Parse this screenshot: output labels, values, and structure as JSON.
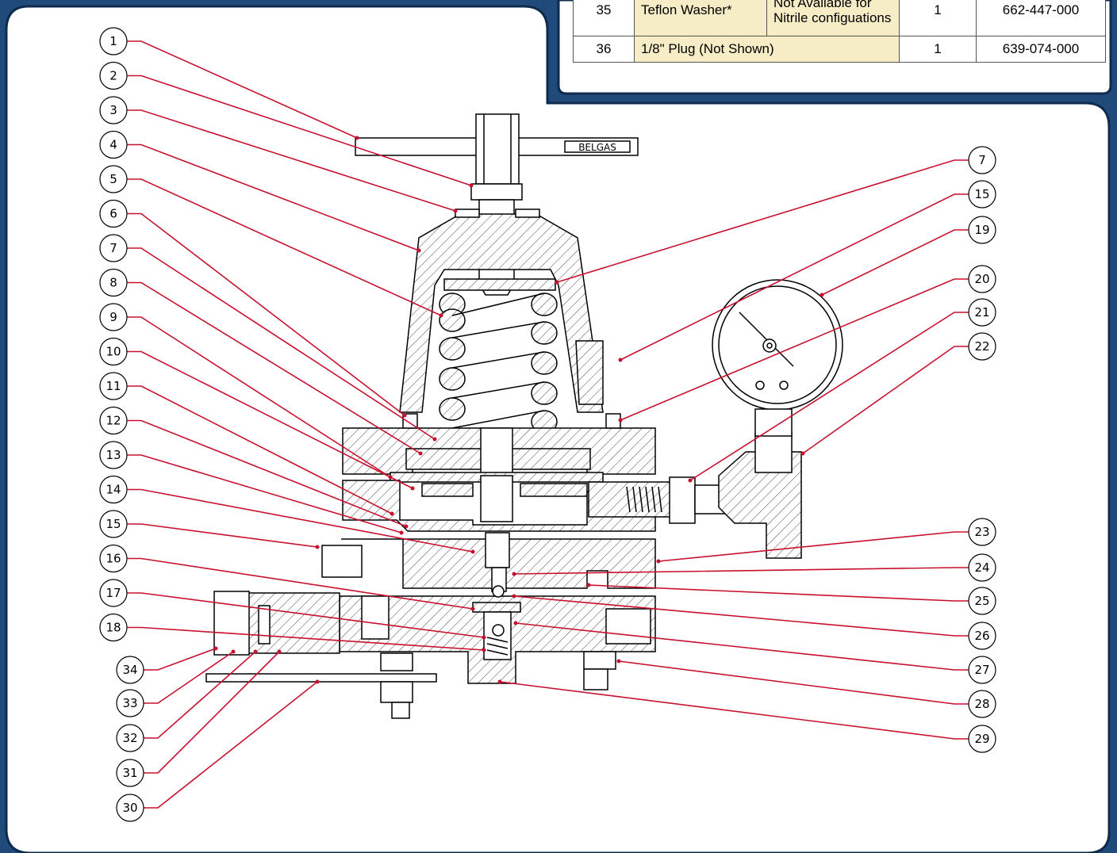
{
  "parts_table": {
    "rows": [
      {
        "number": "35",
        "description": "Teflon Washer*",
        "note": "Not Available for Nitrile configuations",
        "qty": "1",
        "part_number": "662-447-000"
      },
      {
        "number": "36",
        "description": "1/8\" Plug (Not Shown)",
        "note": "",
        "qty": "1",
        "part_number": "639-074-000"
      }
    ]
  },
  "drawing": {
    "brand_label": "BELGAS",
    "left_callouts": [
      "1",
      "2",
      "3",
      "4",
      "5",
      "6",
      "7",
      "8",
      "9",
      "10",
      "11",
      "12",
      "13",
      "14",
      "15",
      "16",
      "17",
      "18"
    ],
    "bottom_left_callouts": [
      "34",
      "33",
      "32",
      "31",
      "30"
    ],
    "right_callouts": [
      "7",
      "15",
      "19",
      "20",
      "21",
      "22",
      "23",
      "24",
      "25",
      "26",
      "27",
      "28",
      "29"
    ]
  },
  "colors": {
    "frame_blue": "#1f4a7a",
    "panel_white": "#ffffff",
    "leader_red": "#c8102e",
    "table_highlight": "#f6ecc6"
  }
}
